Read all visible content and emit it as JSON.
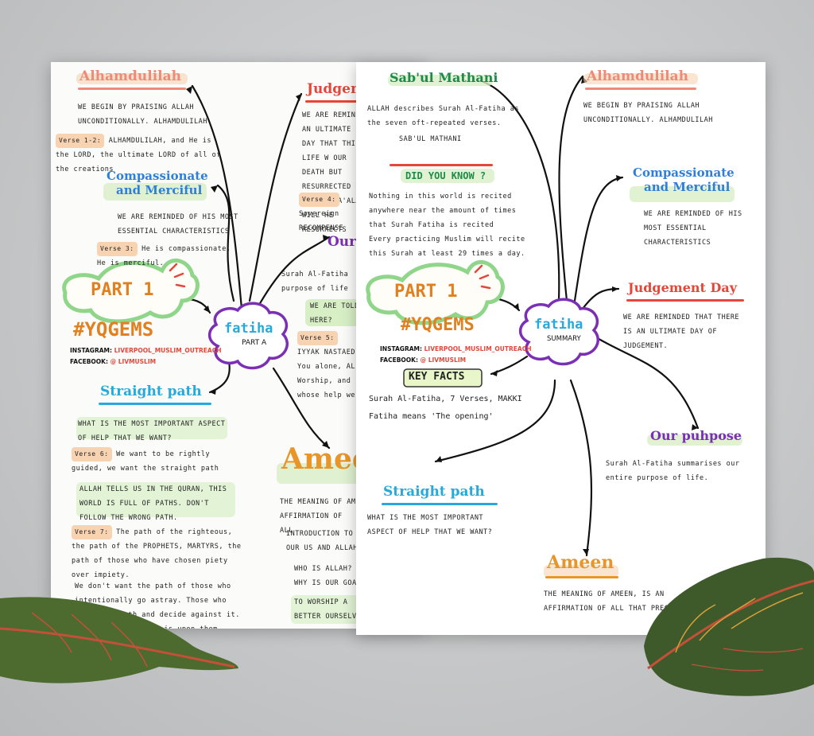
{
  "poster_left": {
    "center_title": "fatiha",
    "center_subtitle": "PART A",
    "part_label": "PART 1",
    "hashtag": "#YQGEMS",
    "instagram_label": "INSTAGRAM:",
    "instagram_value": "LIVERPOOL_MUSLIM_OUTREACH",
    "facebook_label": "FACEBOOK:",
    "facebook_value": "@ LIVMUSLIM",
    "alhamdulilah": {
      "title": "Alhamdulilah",
      "text": "WE BEGIN BY PRAISING ALLAH UNCONDITIONALLY. ALHAMDULILAH",
      "verse_tag": "Verse 1-2:",
      "verse_text": "ALHAMDULILAH, and He is the LORD, the ultimate LORD of all of the creations"
    },
    "compassionate": {
      "title_line1": "Compassionate",
      "title_line2": "and Merciful",
      "text": "WE ARE REMINDED OF HIS MOST ESSENTIAL CHARACTERISTICS",
      "verse_tag": "Verse 3:",
      "verse_text": "He is compassionate, He is merciful."
    },
    "judgement": {
      "title": "Judgem",
      "text": "WE ARE REMIND AN ULTIMATE DAY THAT THIS LIFE W OUR DEATH BUT RESURRECTED AND WA TA'ALA WILL HE RESURRECTS",
      "verse_tag": "Verse 4:",
      "verse_text": "Sovereign RECOMPENSE"
    },
    "our_purpose": {
      "title": "Our",
      "text": "Surah Al-Fatiha purpose of life",
      "box_text": "WE ARE TOLD HERE?",
      "verse_tag": "Verse 5:",
      "verse_text": "IYYAK NASTAED You alone, AL Worship, and whose help we"
    },
    "straight_path": {
      "title": "Straight path",
      "question": "WHAT IS THE MOST IMPORTANT ASPECT OF HELP THAT WE WANT?",
      "verse6_tag": "Verse 6:",
      "verse6_text": "We want to be rightly guided, we want the straight path",
      "quran_text": "ALLAH TELLS US IN THE QURAN, THIS WORLD IS FULL OF PATHS. DON'T FOLLOW THE WRONG PATH.",
      "verse7_tag": "Verse 7:",
      "verse7_text": "The path of the righteous, the path of the PROPHETS, MARTYRS, the path of those who have chosen piety over impiety.",
      "note_text": "We don't want the path of those who intentionally go astray. Those who know the truth and decide against it. Hence, ALLAHS anger is upon them."
    },
    "ameen": {
      "title": "Ameen",
      "text1": "THE MEANING OF AM AFFIRMATION OF ALL",
      "text2": "INTRODUCTION TO OUR US AND ALLAH.",
      "text3": "WHO IS ALLAH?",
      "text4": "WHY IS OUR GOA",
      "text5": "TO WORSHIP A BETTER OURSELVE"
    }
  },
  "poster_right": {
    "center_title": "fatiha",
    "center_subtitle": "SUMMARY",
    "part_label": "PART 1",
    "hashtag": "#YQGEMS",
    "instagram_label": "INSTAGRAM:",
    "instagram_value": "LIVERPOOL_MUSLIM_OUTREACH",
    "facebook_label": "FACEBOOK:",
    "facebook_value": "@ LIVMUSLIM",
    "key_facts_title": "KEY FACTS",
    "key_facts_line1": "Surah Al-Fatiha, 7 Verses, MAKKI",
    "key_facts_line2": "Fatiha means 'The opening'",
    "sabul": {
      "title": "Sab'ul Mathani",
      "text": "ALLAH describes Surah Al-Fatiha as the seven oft-repeated verses.",
      "sub": "SAB'UL MATHANI"
    },
    "did_you_know": {
      "title": "DID YOU KNOW ?",
      "text1": "Nothing in this world is recited anywhere near the amount of times that Surah Fatiha is recited",
      "text2": "Every practicing Muslim will recite this Surah at least 29 times a day."
    },
    "alhamdulilah": {
      "title": "Alhamdulilah",
      "text": "WE BEGIN BY PRAISING ALLAH UNCONDITIONALLY. ALHAMDULILAH"
    },
    "compassionate": {
      "title_line1": "Compassionate",
      "title_line2": "and Merciful",
      "text": "WE ARE REMINDED OF HIS MOST ESSENTIAL CHARACTERISTICS"
    },
    "judgement": {
      "title": "Judgement Day",
      "text": "WE ARE REMINDED THAT THERE IS AN ULTIMATE DAY OF JUDGEMENT."
    },
    "our_purpose": {
      "title": "Our puhpose",
      "text": "Surah Al-Fatiha summarises our entire purpose of life."
    },
    "straight_path": {
      "title": "Straight path",
      "text": "WHAT IS THE MOST IMPORTANT ASPECT OF HELP THAT WE WANT?"
    },
    "ameen": {
      "title": "Ameen",
      "text": "THE MEANING OF AMEEN, IS AN AFFIRMATION OF ALL THAT PRECEDE"
    }
  },
  "colors": {
    "alhamdulilah": "#ef8a7a",
    "compassionate": "#2f7ed8",
    "judgement": "#e4473a",
    "purpose": "#7a2fb5",
    "straight": "#27a9d9",
    "ameen": "#e8962a",
    "sabul": "#1f8a4c",
    "part_outline": "#8fd68a",
    "highlight_green": "#d8efc6",
    "highlight_orange": "#f7d3b2",
    "background": "#c7c8c9",
    "leaf_green": "#4d6b2e",
    "leaf_red": "#c4503a"
  }
}
